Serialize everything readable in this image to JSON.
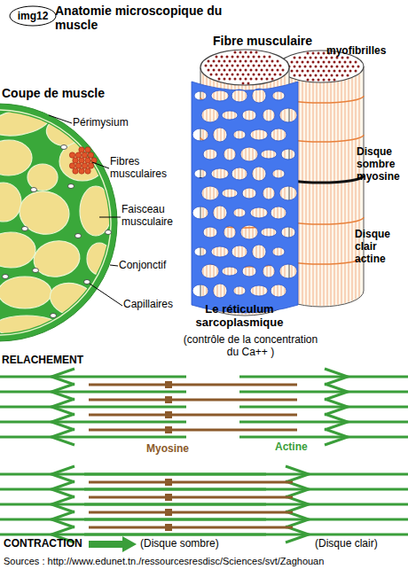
{
  "diagram": {
    "title": "Anatomie microscopique du muscle",
    "caption": "Sources : http://www.edunet.tn./ressourcesresdisc/Sciences/svt/Zaghouan",
    "nodes": [
      {
        "text": [
          "img12"
        ]
      }
    ],
    "labels": [
      "Fibre musculaire",
      "myofibrilles",
      "Coupe de muscle",
      "Périmysium",
      "Fibres musculaires",
      "Faisceau musculaire",
      "Conjonctif",
      "Capillaires",
      "Disque sombre myosine",
      "Disque clair actine",
      "Le réticulum sarcoplasmique",
      "(contrôle de la concentration du Ca++ )",
      "RELACHEMENT",
      "Myosine",
      "Actine",
      "CONTRACTION",
      "(Disque sombre)",
      "(Disque clair)"
    ]
  }
}
